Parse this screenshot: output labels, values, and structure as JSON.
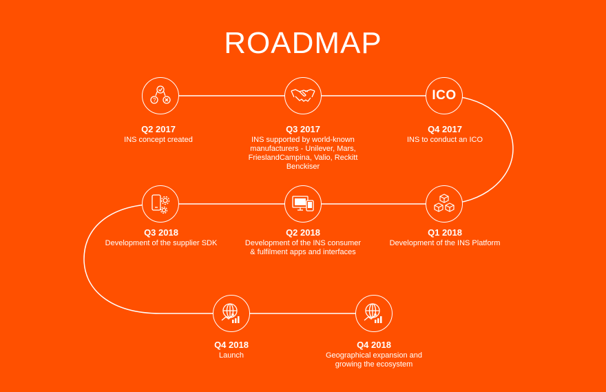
{
  "title": "ROADMAP",
  "accent_color": "#ff5000",
  "milestones": [
    {
      "quarter": "Q2 2017",
      "description": "INS concept created",
      "icon": "decision-process-icon"
    },
    {
      "quarter": "Q3 2017",
      "description": "INS supported by world-known manufacturers - Unilever, Mars, FrieslandCampina, Valio, Reckitt Benckiser",
      "icon": "handshake-icon"
    },
    {
      "quarter": "Q4 2017",
      "description": "INS to conduct an ICO",
      "icon": "ico-icon",
      "icon_text": "ICO"
    },
    {
      "quarter": "Q1 2018",
      "description": "Development of the INS Platform",
      "icon": "blocks-platform-icon"
    },
    {
      "quarter": "Q2 2018",
      "description": "Development of the INS consumer & fulfilment apps and interfaces",
      "icon": "devices-icon"
    },
    {
      "quarter": "Q3 2018",
      "description": "Development of the supplier SDK",
      "icon": "phone-gears-icon"
    },
    {
      "quarter": "Q4 2018",
      "description": "Launch",
      "icon": "globe-growth-icon"
    },
    {
      "quarter": "Q4 2018",
      "description": "Geographical expansion and growing the ecosystem",
      "icon": "globe-growth-icon"
    }
  ]
}
